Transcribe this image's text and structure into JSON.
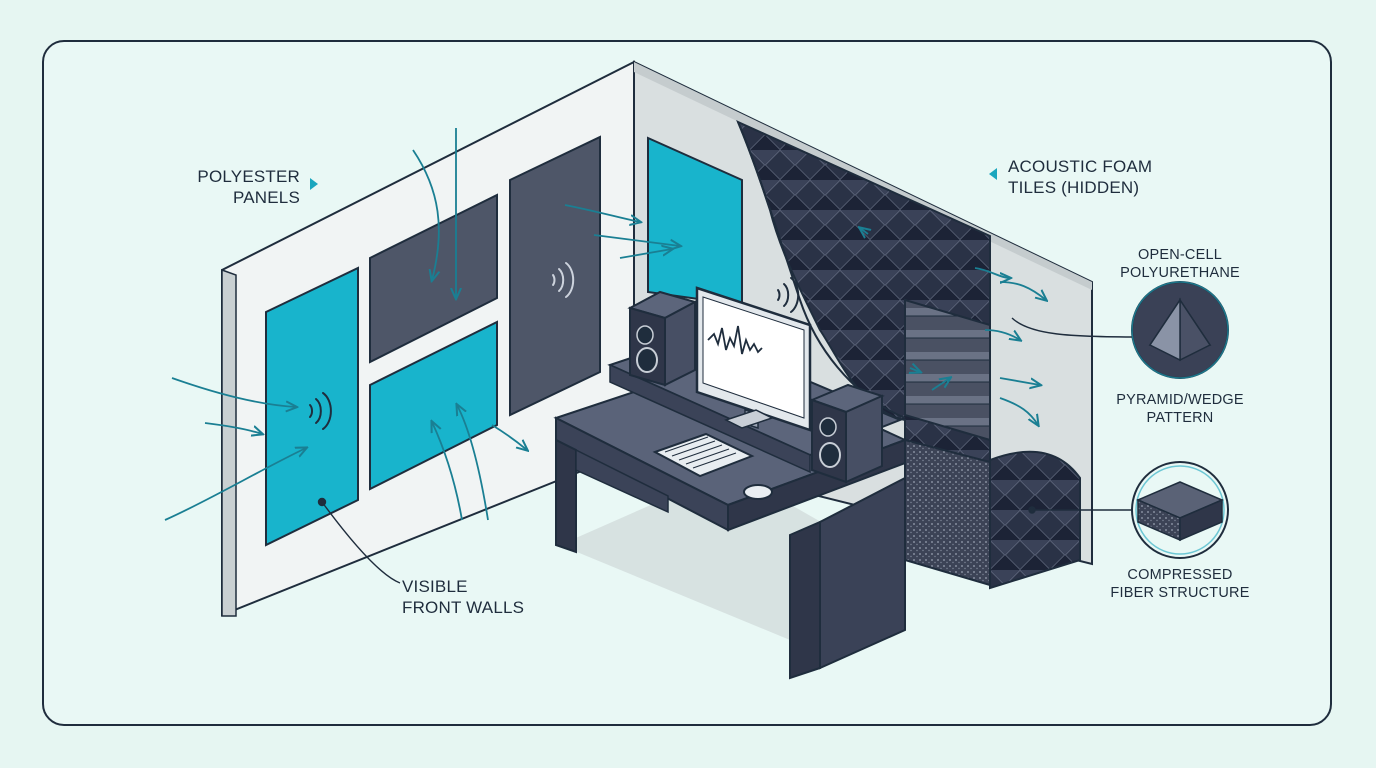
{
  "labels": {
    "polyester_panels": [
      "POLYESTER",
      "PANELS"
    ],
    "acoustic_foam_tiles": [
      "ACOUSTIC FOAM",
      "TILES (HIDDEN)"
    ],
    "open_cell": [
      "OPEN-CELL",
      "POLYURETHANE"
    ],
    "pyramid_wedge": [
      "PYRAMID/WEDGE",
      "PATTERN"
    ],
    "compressed_fiber": [
      "COMPRESSED",
      "FIBER STRUCTURE"
    ],
    "visible_front_walls": [
      "VISIBLE",
      "FRONT WALLS"
    ]
  },
  "colors": {
    "outline": "#1f2d3d",
    "teal_panel": "#18b4cc",
    "dark_panel": "#4e5668",
    "foam": "#2c3448",
    "wall": "#eef2f2",
    "back_wall": "#d9dfe0",
    "desk": "#434c63",
    "arrow": "#1a7f93",
    "accent": "#1aa6be"
  },
  "icons": [
    "sound-wave-icon",
    "speaker-icon",
    "monitor-icon",
    "keyboard-icon",
    "mouse-icon",
    "pointer-triangle-icon"
  ]
}
